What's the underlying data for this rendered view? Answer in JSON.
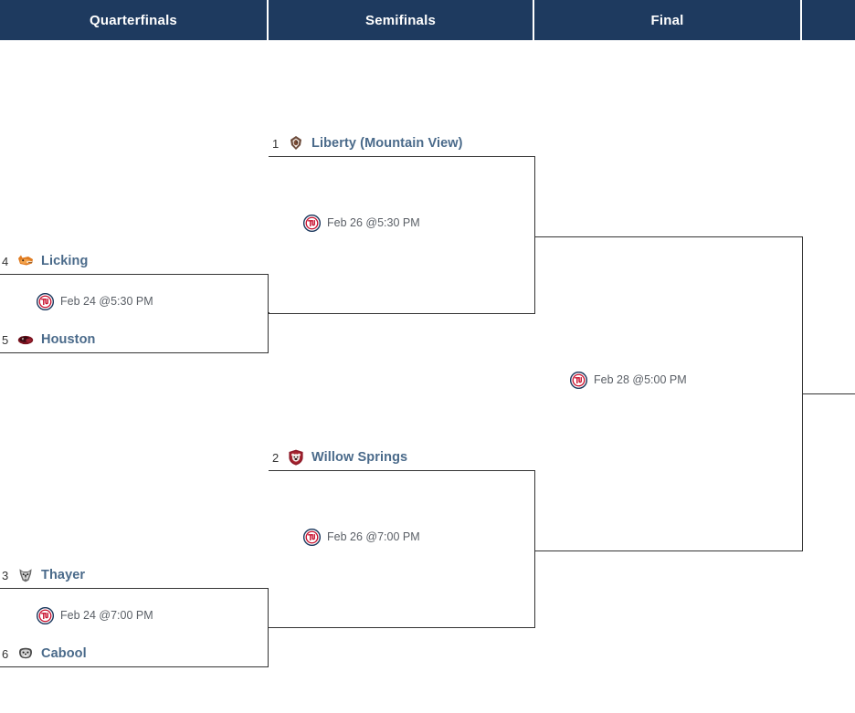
{
  "header": {
    "rounds": [
      {
        "label": "Quarterfinals"
      },
      {
        "label": "Semifinals"
      },
      {
        "label": "Final"
      },
      {
        "label": ""
      }
    ]
  },
  "colors": {
    "header_bg": "#1e3a5f",
    "team_name": "#4a6a8a",
    "line": "#333333",
    "time_text": "#5a5f66",
    "tv_ring": "#1e3a5f",
    "tv_letters": "#c8102e"
  },
  "bracket": {
    "teams": [
      {
        "id": "liberty",
        "seed": "1",
        "name": "Liberty (Mountain View)",
        "logo": "eagle-logo",
        "logo_color": "#6b4a3a",
        "round": "semifinal"
      },
      {
        "id": "licking",
        "seed": "4",
        "name": "Licking",
        "logo": "wildcat-logo",
        "logo_color": "#e07b20",
        "round": "quarterfinal"
      },
      {
        "id": "houston",
        "seed": "5",
        "name": "Houston",
        "logo": "bulldog-logo",
        "logo_color": "#7a1420",
        "round": "quarterfinal"
      },
      {
        "id": "willow-springs",
        "seed": "2",
        "name": "Willow Springs",
        "logo": "bear-shield-logo",
        "logo_color": "#8e1b2a",
        "round": "semifinal"
      },
      {
        "id": "thayer",
        "seed": "3",
        "name": "Thayer",
        "logo": "wolf-logo",
        "logo_color": "#5a5a5a",
        "round": "quarterfinal"
      },
      {
        "id": "cabool",
        "seed": "6",
        "name": "Cabool",
        "logo": "bulldog-head-logo",
        "logo_color": "#3f3f3f",
        "round": "quarterfinal"
      }
    ],
    "games": [
      {
        "id": "qf-top",
        "time": "Feb 24 @5:30 PM",
        "icon": "tv-icon",
        "round": "Quarterfinals"
      },
      {
        "id": "qf-bottom",
        "time": "Feb 24 @7:00 PM",
        "icon": "tv-icon",
        "round": "Quarterfinals"
      },
      {
        "id": "sf-top",
        "time": "Feb 26 @5:30 PM",
        "icon": "tv-icon",
        "round": "Semifinals"
      },
      {
        "id": "sf-bottom",
        "time": "Feb 26 @7:00 PM",
        "icon": "tv-icon",
        "round": "Semifinals"
      },
      {
        "id": "final",
        "time": "Feb 28 @5:00 PM",
        "icon": "tv-icon",
        "round": "Final"
      }
    ]
  }
}
